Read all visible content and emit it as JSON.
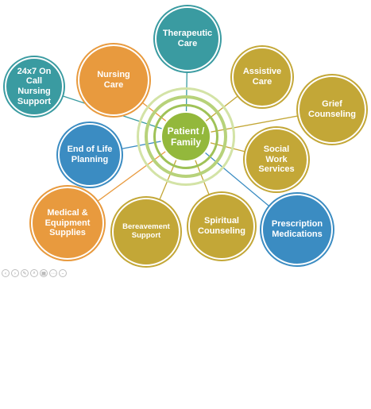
{
  "diagram": {
    "center": {
      "label": "Patient /\nFamily",
      "color": "#93b83c"
    },
    "nodes": [
      {
        "id": "therapeutic-care",
        "label": "Therapeutic\nCare",
        "color": "#3a9ba1"
      },
      {
        "id": "assistive-care",
        "label": "Assistive\nCare",
        "color": "#c3a737"
      },
      {
        "id": "grief-counseling",
        "label": "Grief\nCounseling",
        "color": "#c3a737"
      },
      {
        "id": "social-work-services",
        "label": "Social\nWork\nServices",
        "color": "#c3a737"
      },
      {
        "id": "prescription-medications",
        "label": "Prescription\nMedications",
        "color": "#3b8cc2"
      },
      {
        "id": "spiritual-counseling",
        "label": "Spiritual\nCounseling",
        "color": "#c3a737"
      },
      {
        "id": "bereavement-support",
        "label": "Bereavement\nSupport",
        "color": "#c3a737"
      },
      {
        "id": "medical-equipment-supplies",
        "label": "Medical &\nEquipment\nSupplies",
        "color": "#e89a3e"
      },
      {
        "id": "end-of-life-planning",
        "label": "End of Life\nPlanning",
        "color": "#3b8cc2"
      },
      {
        "id": "on-call-nursing-support",
        "label": "24x7 On\nCall\nNursing\nSupport",
        "color": "#3a9ba1"
      },
      {
        "id": "nursing-care",
        "label": "Nursing\nCare",
        "color": "#e89a3e"
      }
    ]
  },
  "toolbar": {
    "buttons": [
      {
        "name": "back-icon",
        "glyph": "‹"
      },
      {
        "name": "forward-icon",
        "glyph": "›"
      },
      {
        "name": "pen-icon",
        "glyph": "✎"
      },
      {
        "name": "search-icon",
        "glyph": "⌕"
      },
      {
        "name": "slides-icon",
        "glyph": "▦"
      },
      {
        "name": "more-icon",
        "glyph": "⋯"
      },
      {
        "name": "minimize-icon",
        "glyph": "–"
      }
    ]
  }
}
